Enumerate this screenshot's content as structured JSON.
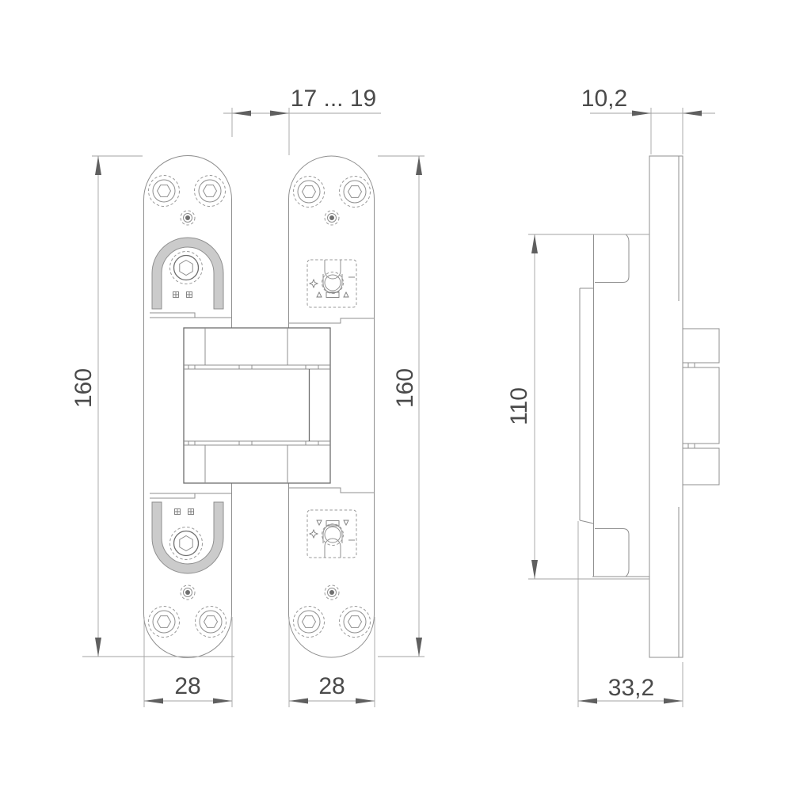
{
  "drawing": {
    "dims": {
      "gap": "17 ... 19",
      "height_left": "160",
      "height_right": "160",
      "plate_width_left": "28",
      "plate_width_right": "28",
      "plate_thickness": "10,2",
      "body_height": "110",
      "total_depth": "33,2"
    },
    "colors": {
      "background": "#ffffff",
      "line": "#8f8f8f",
      "line_dark": "#6e6e6e",
      "pocket_fill": "#cbcbcb",
      "dimension_text": "#4a4a4a"
    }
  }
}
